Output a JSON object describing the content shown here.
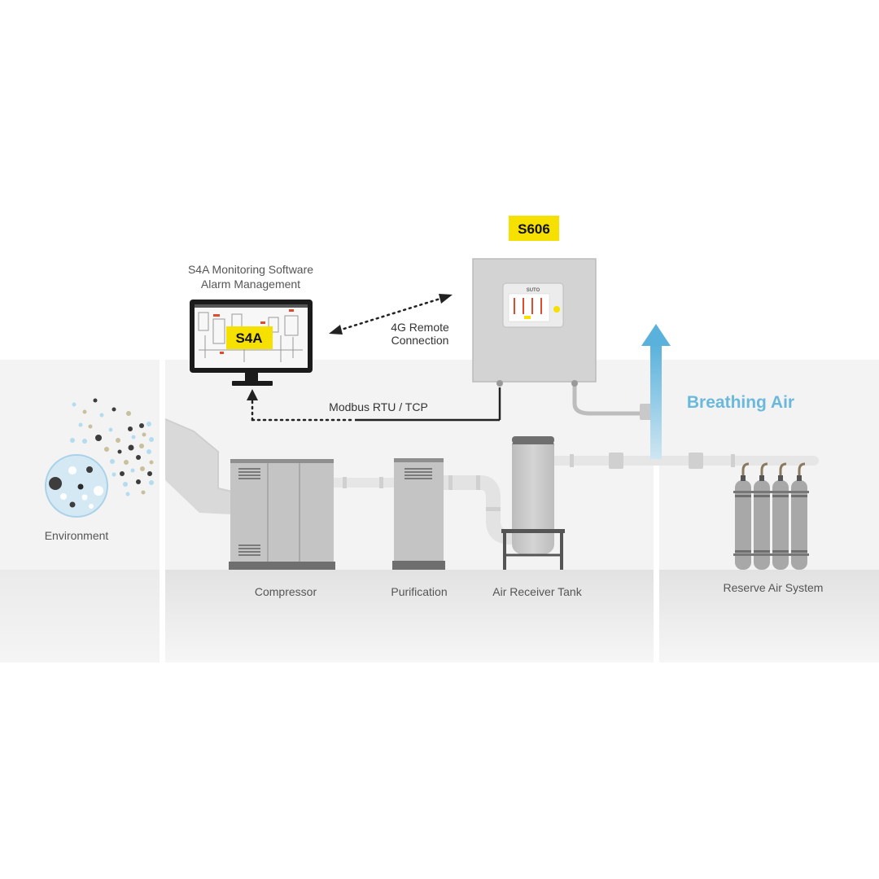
{
  "labels": {
    "environment": "Environment",
    "compressor": "Compressor",
    "purification": "Purification",
    "air_receiver_tank": "Air Receiver Tank",
    "reserve_air_system": "Reserve Air System",
    "software_line1": "S4A Monitoring Software",
    "software_line2": "Alarm Management",
    "s4a_badge": "S4A",
    "s606_badge": "S606",
    "remote_line1": "4G Remote",
    "remote_line2": "Connection",
    "modbus": "Modbus RTU / TCP",
    "breathing_air": "Breathing Air",
    "device_logo": "SUTO"
  },
  "colors": {
    "badge_yellow": "#f5e000",
    "breathing_blue": "#6ab9dd",
    "equipment_gray": "#bdbdbd",
    "panel_gray": "#f3f3f3",
    "line_dark": "#222222"
  },
  "icons": {
    "environment": "particles-circle-icon",
    "monitor": "monitor-icon",
    "device": "s606-device-icon",
    "cylinders": "gas-cylinder-icon",
    "arrow_up": "arrow-up-icon"
  }
}
